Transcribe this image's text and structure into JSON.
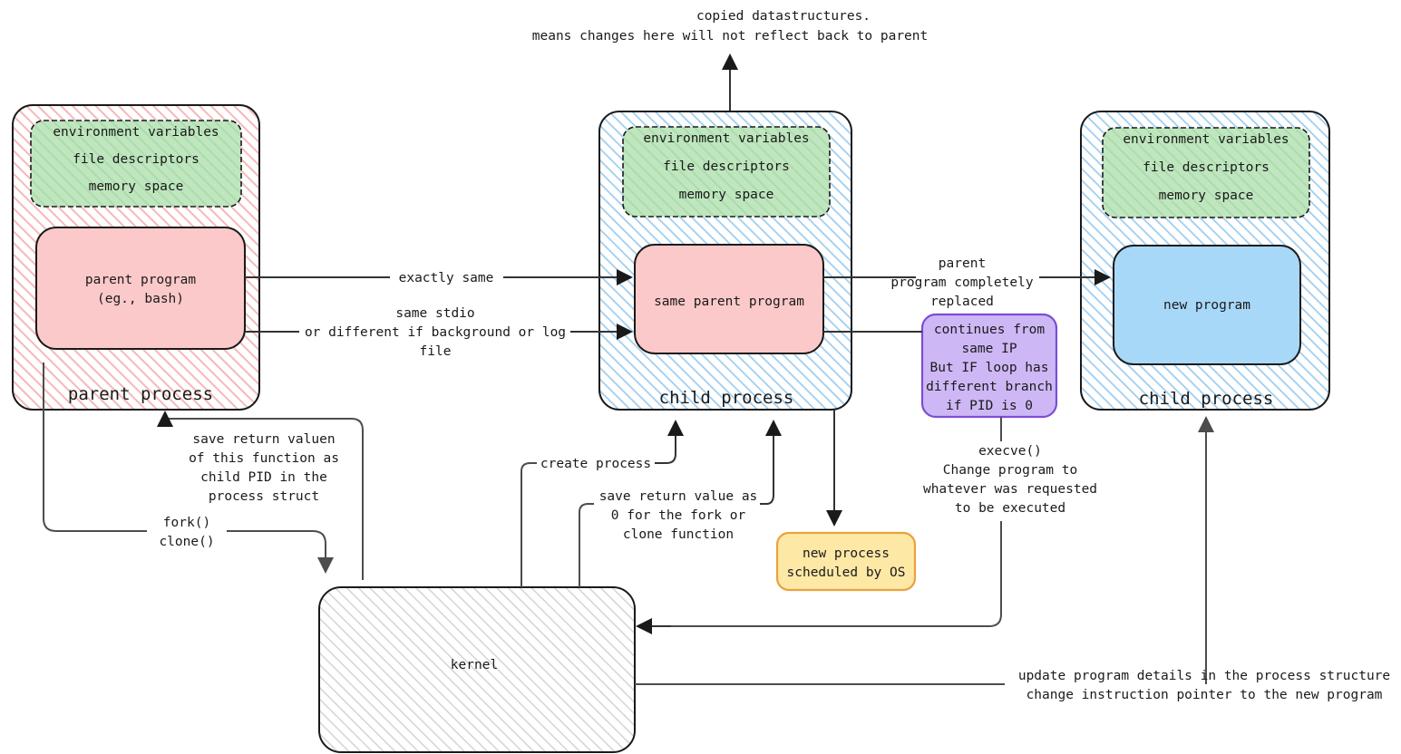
{
  "diagram": {
    "title": "fork / clone / execve process lifecycle",
    "colors": {
      "parent_process_hatch": "#f6b8b8",
      "child_process_hatch": "#9ecdf0",
      "kernel_hatch": "#bdbdbd",
      "program_pink": "#fbc9c9",
      "shared_green": "#bfe6bf",
      "new_program_blue": "#a8d8f8",
      "note_purple": "#cdb8f5",
      "note_purple_border": "#7c4dd4",
      "scheduled_yellow": "#fde8a6",
      "scheduled_yellow_border": "#e8a33d",
      "stroke": "#1a1a1a",
      "connector": "#4d4d4d",
      "background": "#ffffff"
    },
    "top_note": {
      "line1": "copied datastructures.",
      "line2": "means changes here will not reflect back to parent"
    },
    "parent_process": {
      "caption": "parent process",
      "shared_block": {
        "line1": "environment variables",
        "line2": "file descriptors",
        "line3": "memory space"
      },
      "program": {
        "line1": "parent program",
        "line2": "(eg., bash)"
      }
    },
    "child_process_mid": {
      "caption": "child process",
      "shared_block": {
        "line1": "environment variables",
        "line2": "file descriptors",
        "line3": "memory space"
      },
      "program": {
        "line1": "same parent program"
      }
    },
    "child_process_right": {
      "caption": "child process",
      "shared_block": {
        "line1": "environment variables",
        "line2": "file descriptors",
        "line3": "memory space"
      },
      "program": {
        "line1": "new program"
      }
    },
    "kernel": {
      "label": "kernel"
    },
    "scheduled_box": {
      "line1": "new process",
      "line2": "scheduled by OS"
    },
    "ip_note_box": {
      "line1": "continues from",
      "line2": "same IP",
      "line3": "But IF loop has",
      "line4": "different branch",
      "line5": "if PID is 0"
    },
    "edges": {
      "exactly_same": "exactly same",
      "same_stdio": {
        "line1": "same stdio",
        "line2": "or different if background or log",
        "line3": "file"
      },
      "parent_replaced": {
        "line1": "parent",
        "line2": "program completely",
        "line3": "replaced"
      },
      "save_child_pid": {
        "line1": "save return valuen",
        "line2": "of this function as",
        "line3": "child PID in the",
        "line4": "process struct"
      },
      "fork_clone": {
        "line1": "fork()",
        "line2": "clone()"
      },
      "create_process": "create process",
      "save_zero": {
        "line1": "save return value as",
        "line2": "0 for the fork or",
        "line3": "clone function"
      },
      "execve": {
        "line1": "execve()",
        "line2": "Change program to",
        "line3": "whatever was requested",
        "line4": "to be executed"
      },
      "update_program": {
        "line1": "update program details in the process structure",
        "line2": "change instruction pointer to the new program"
      }
    }
  }
}
